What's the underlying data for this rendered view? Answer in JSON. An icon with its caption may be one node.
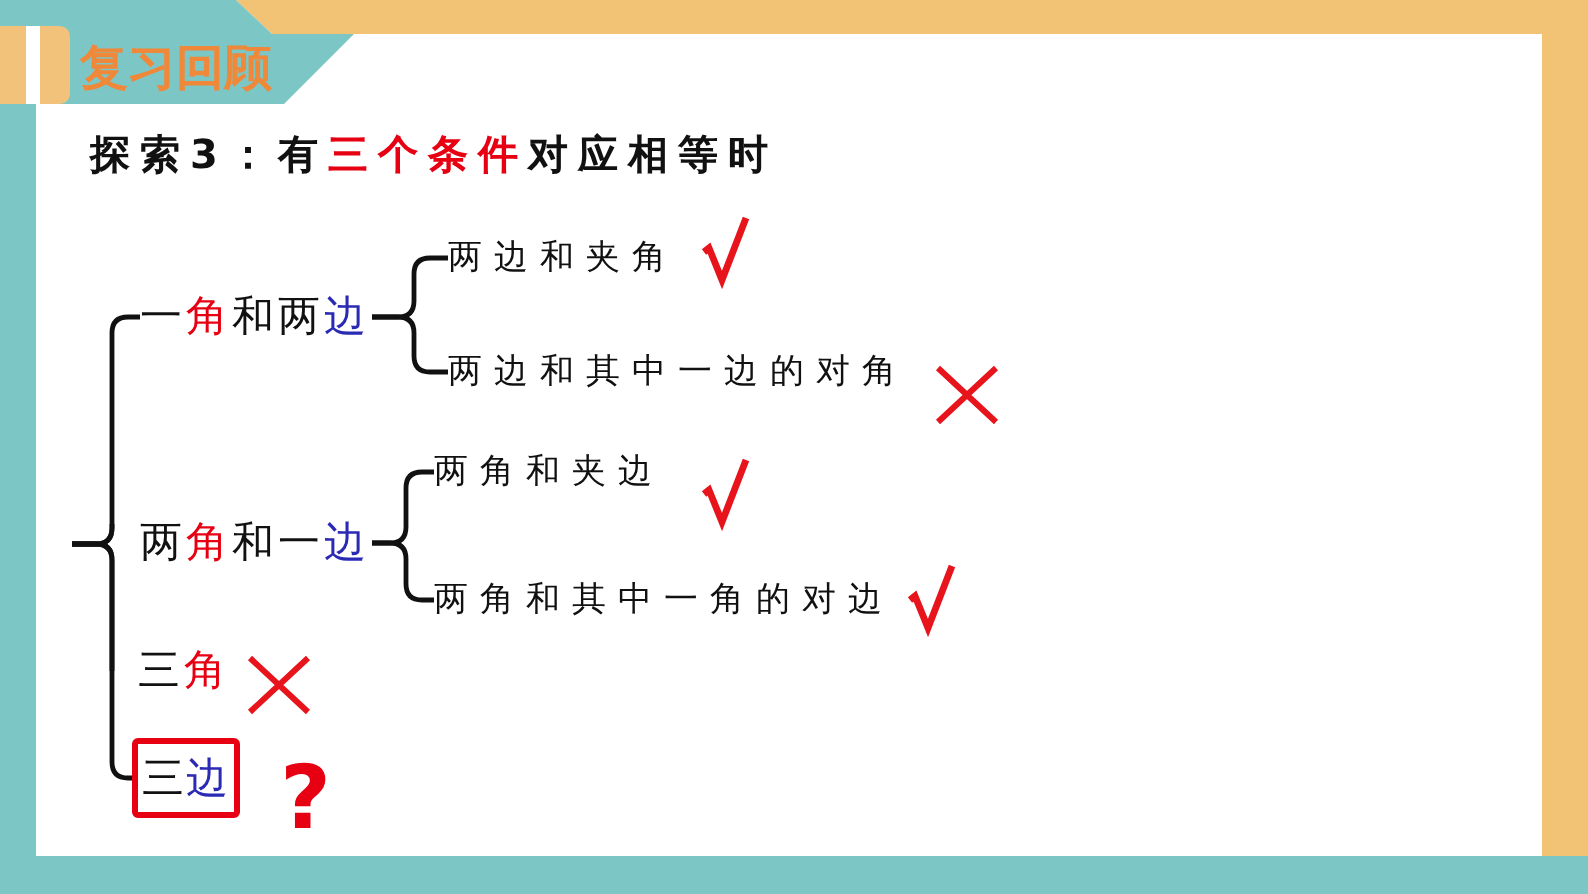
{
  "diagram": {
    "title": "探索3：有**三个条件**对应相等时",
    "nodes": [
      {
        "text": [
          "一**角**和两**边**"
        ]
      },
      {
        "text": [
          "两边和夹角"
        ]
      },
      {
        "text": [
          "两边和其中一边的对角"
        ]
      },
      {
        "text": [
          "两**角**和一**边**"
        ]
      },
      {
        "text": [
          "两角和夹边"
        ]
      },
      {
        "text": [
          "两角和其中一角的对边"
        ]
      },
      {
        "text": [
          "三**角**"
        ]
      },
      {
        "text": [
          "三**边**"
        ],
        "beside": [
          "?"
        ]
      }
    ],
    "edges": [
      {
        "from": null,
        "to": 0,
        "arrow": "none"
      },
      {
        "from": null,
        "to": 3,
        "arrow": "none"
      },
      {
        "from": null,
        "to": 6,
        "arrow": "none"
      },
      {
        "from": null,
        "to": 7,
        "arrow": "none"
      },
      {
        "from": 0,
        "to": 1,
        "arrow": "none"
      },
      {
        "from": 0,
        "to": 2,
        "arrow": "none"
      },
      {
        "from": 3,
        "to": 4,
        "arrow": "none"
      },
      {
        "from": 3,
        "to": 5,
        "arrow": "none"
      }
    ],
    "labels": [
      "复习回顾"
    ]
  }
}
